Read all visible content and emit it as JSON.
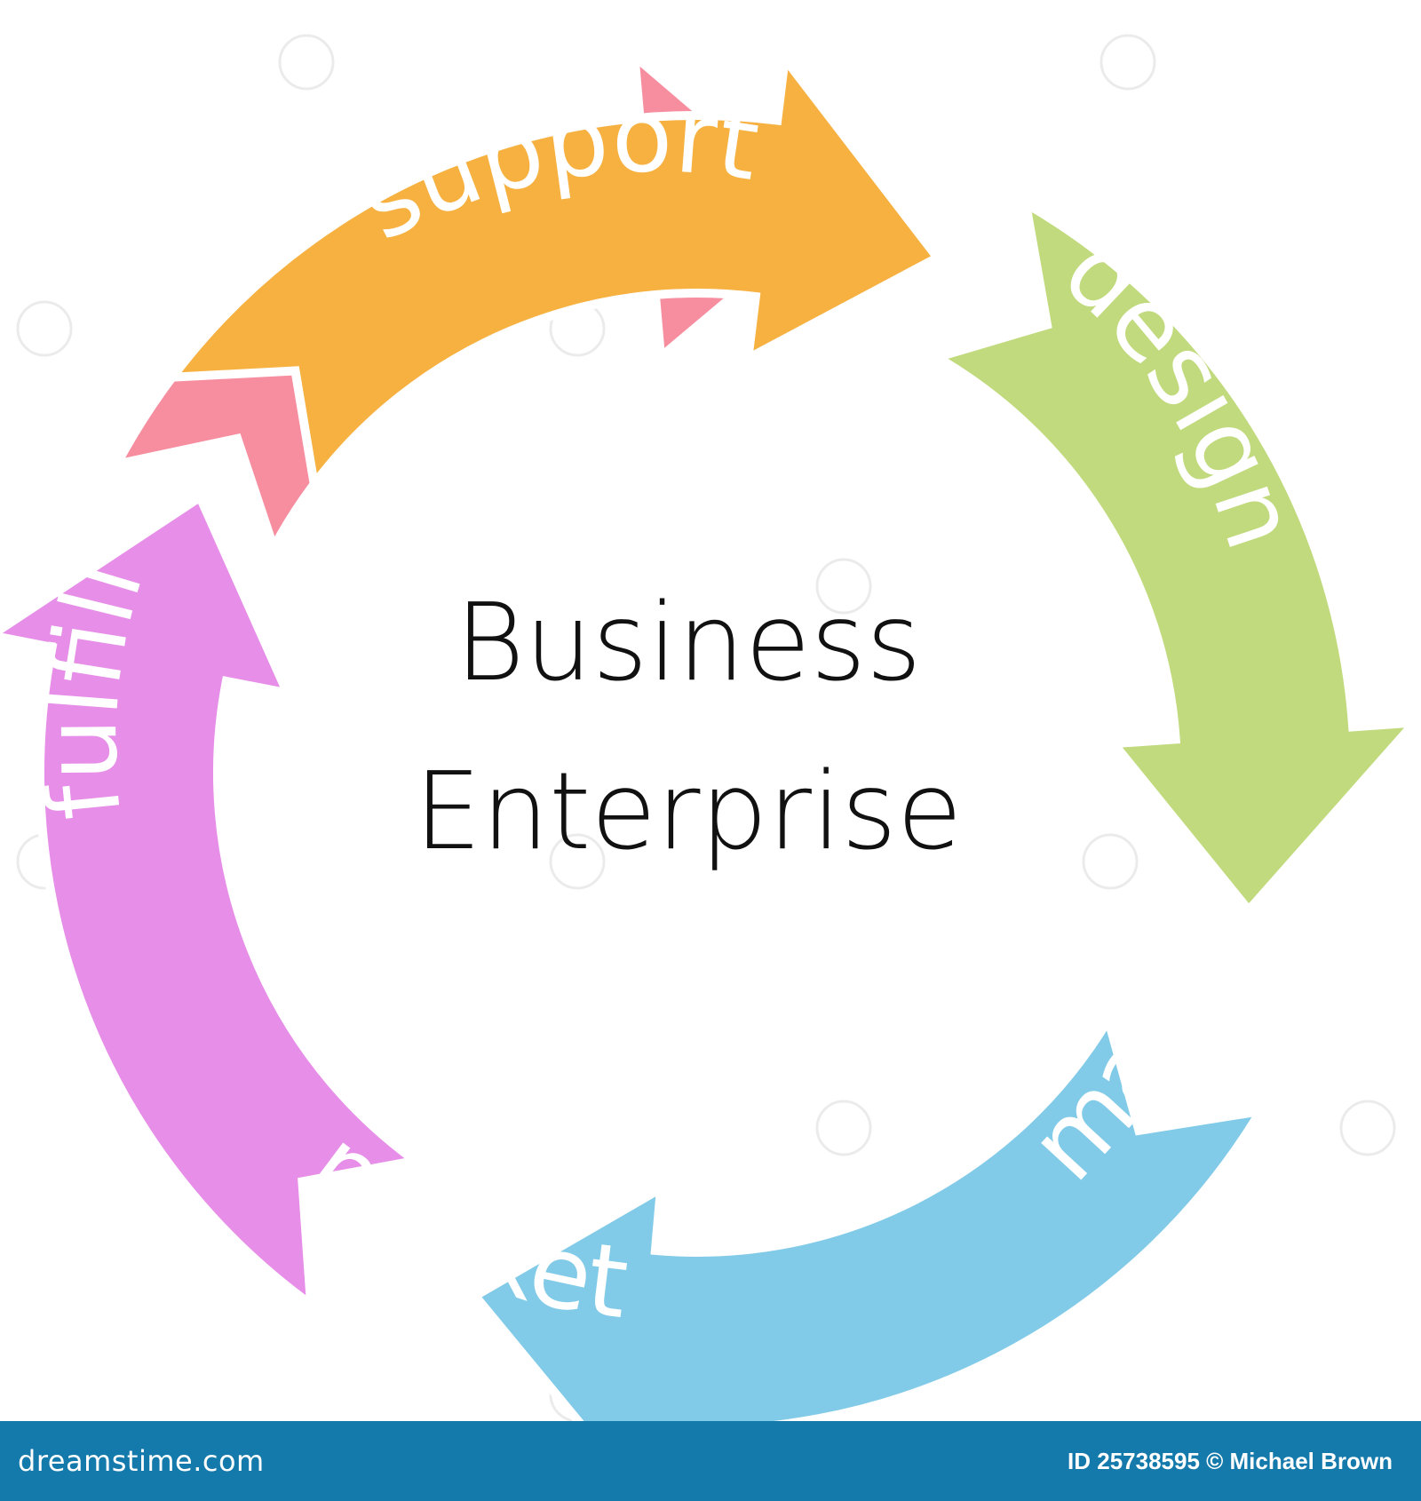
{
  "diagram": {
    "title_lines": [
      "Business",
      "Enterprise"
    ],
    "stages": [
      {
        "label": "support",
        "color": "#f68ea0"
      },
      {
        "label": "design",
        "color": "#c1da7d"
      },
      {
        "label": "make",
        "color": "#82cbe8"
      },
      {
        "label": "market",
        "color": "#e68ee8"
      },
      {
        "label": "fulfill",
        "color": "#f6b141"
      }
    ]
  },
  "footer": {
    "site": "dreamstime.com",
    "credit": "ID 25738595 © Michael Brown",
    "color": "#1479ab"
  }
}
